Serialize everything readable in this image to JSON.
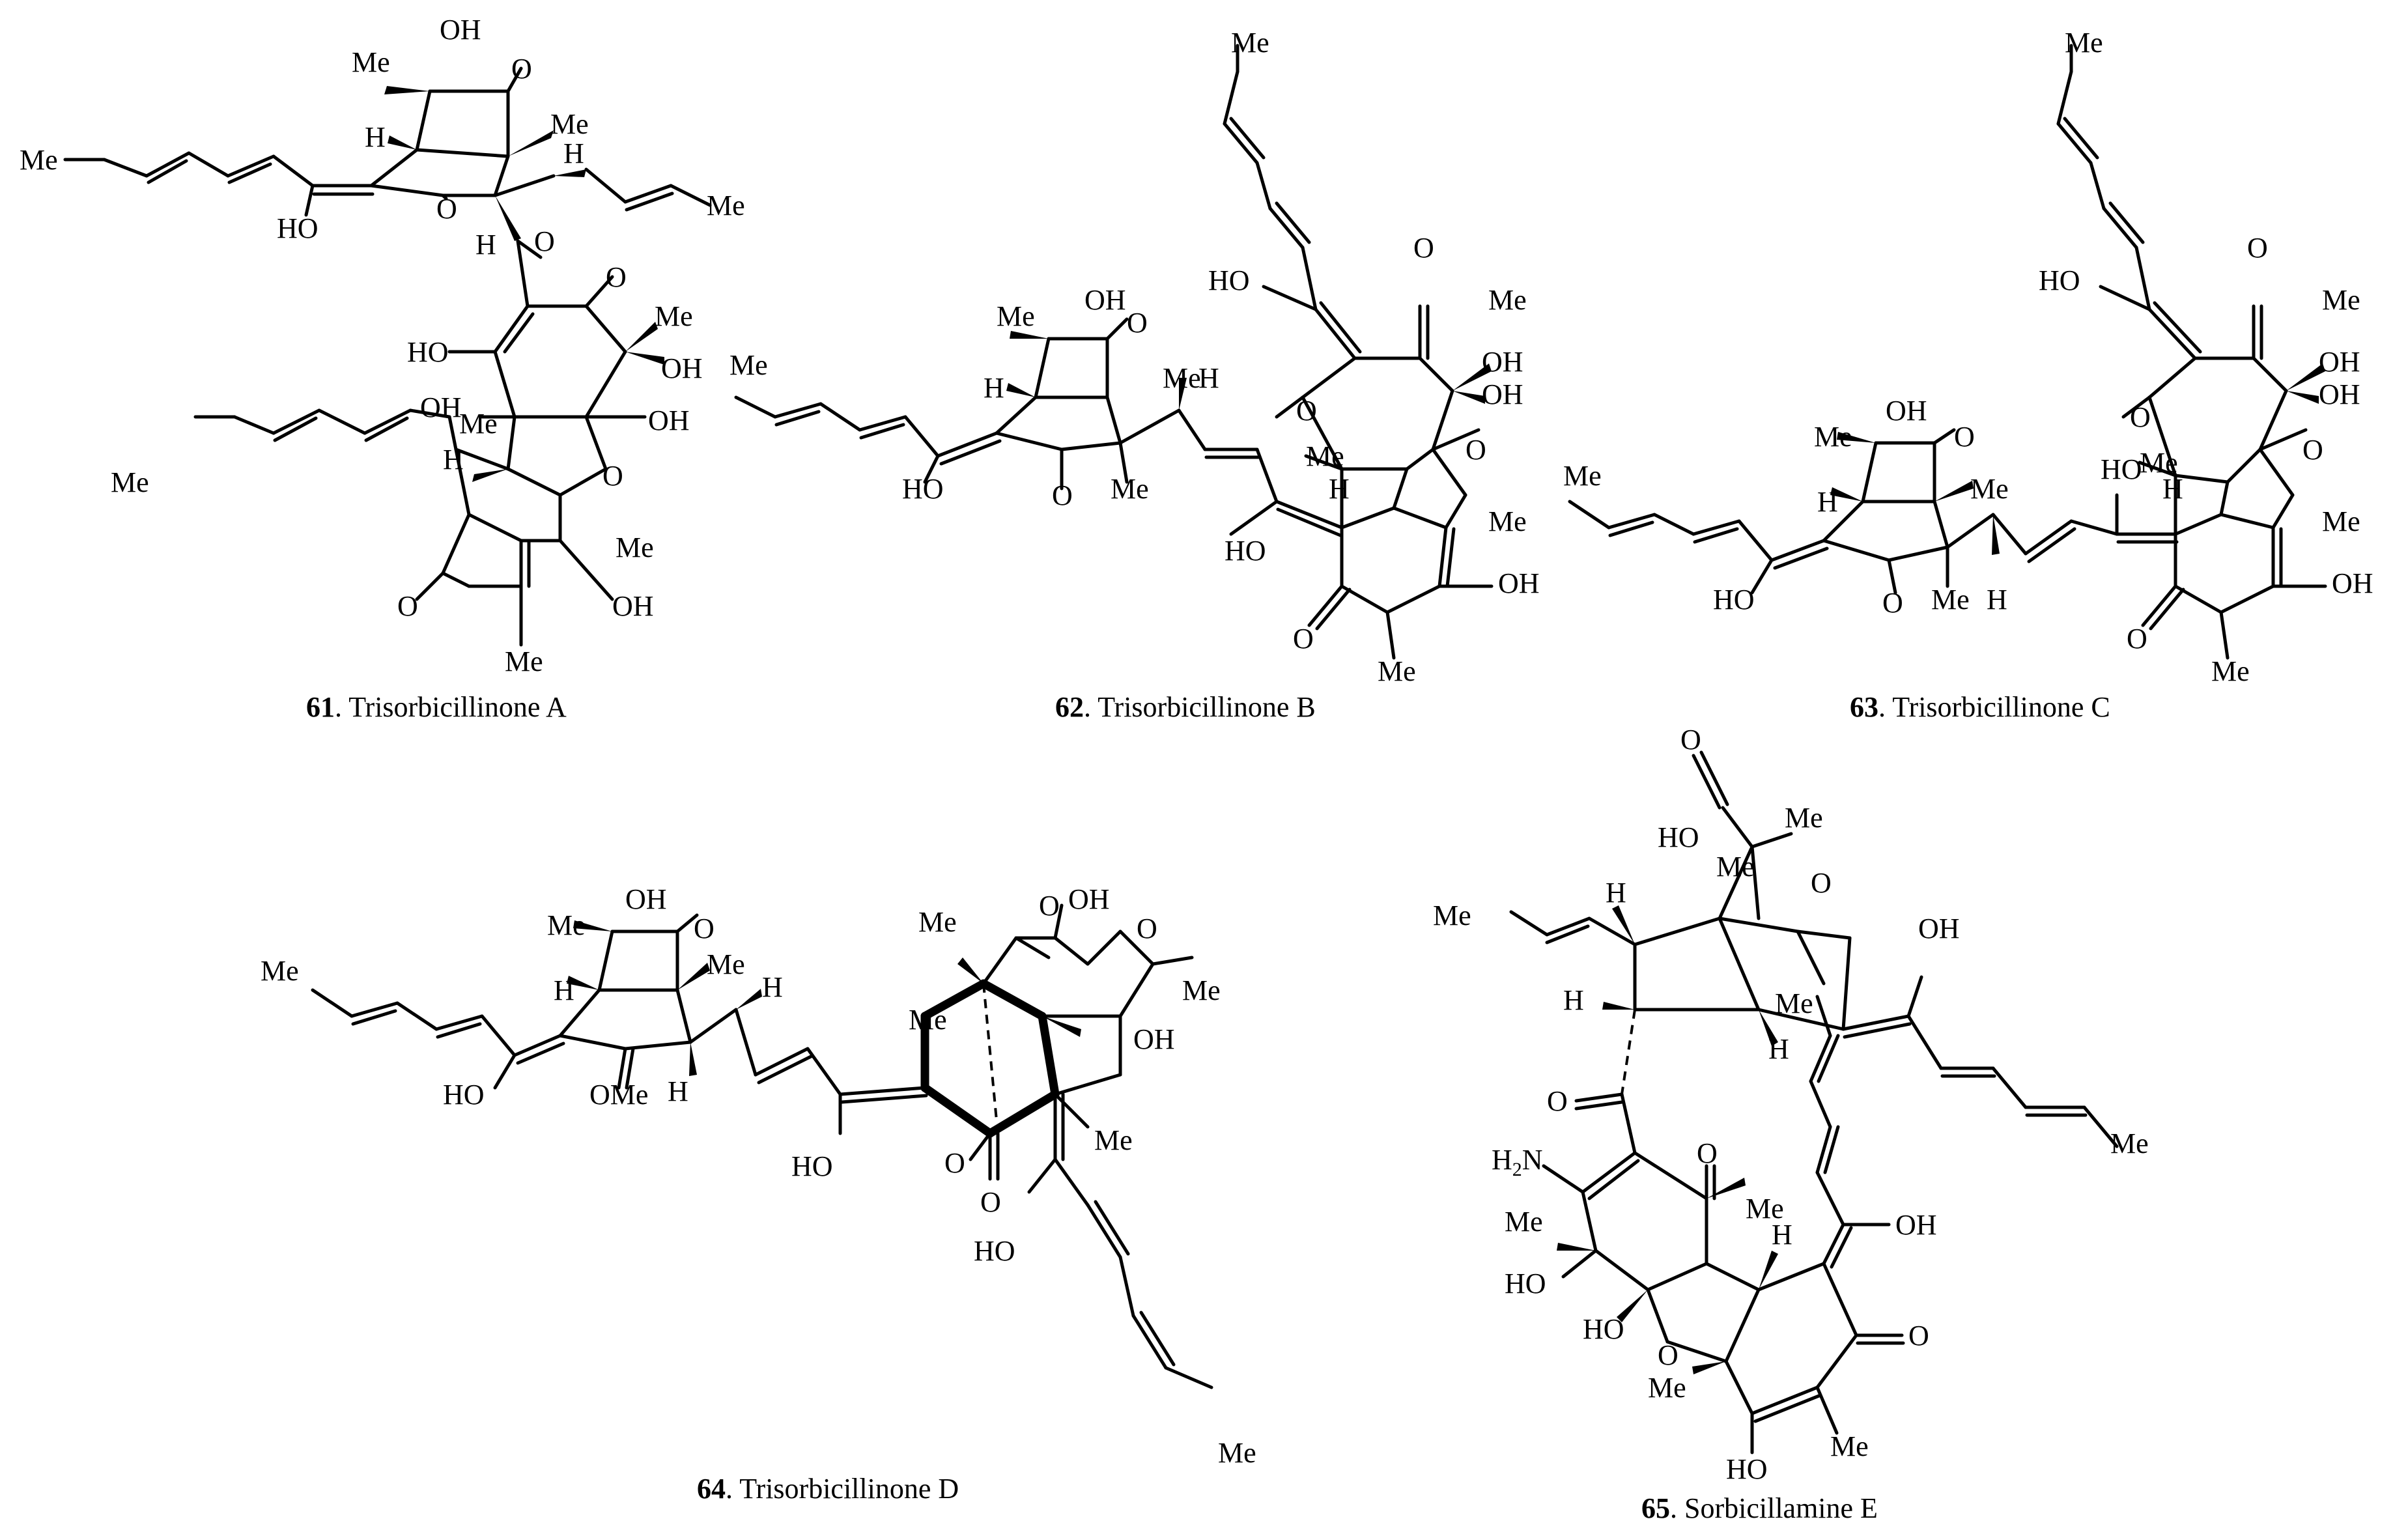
{
  "compounds": [
    {
      "number": "61",
      "name": ". Trisorbicillinone A"
    },
    {
      "number": "62",
      "name": ". Trisorbicillinone B"
    },
    {
      "number": "63",
      "name": ". Trisorbicillinone C"
    },
    {
      "number": "64",
      "name": ". Trisorbicillinone D"
    },
    {
      "number": "65",
      "name": ". Sorbicillamine E"
    }
  ],
  "atom_labels": {
    "OH": "OH",
    "HO": "HO",
    "Me": "Me",
    "O": "O",
    "H": "H",
    "OMe": "OMe",
    "H2N": "H",
    "H2N_sub": "2",
    "H2N_tail": "N"
  }
}
